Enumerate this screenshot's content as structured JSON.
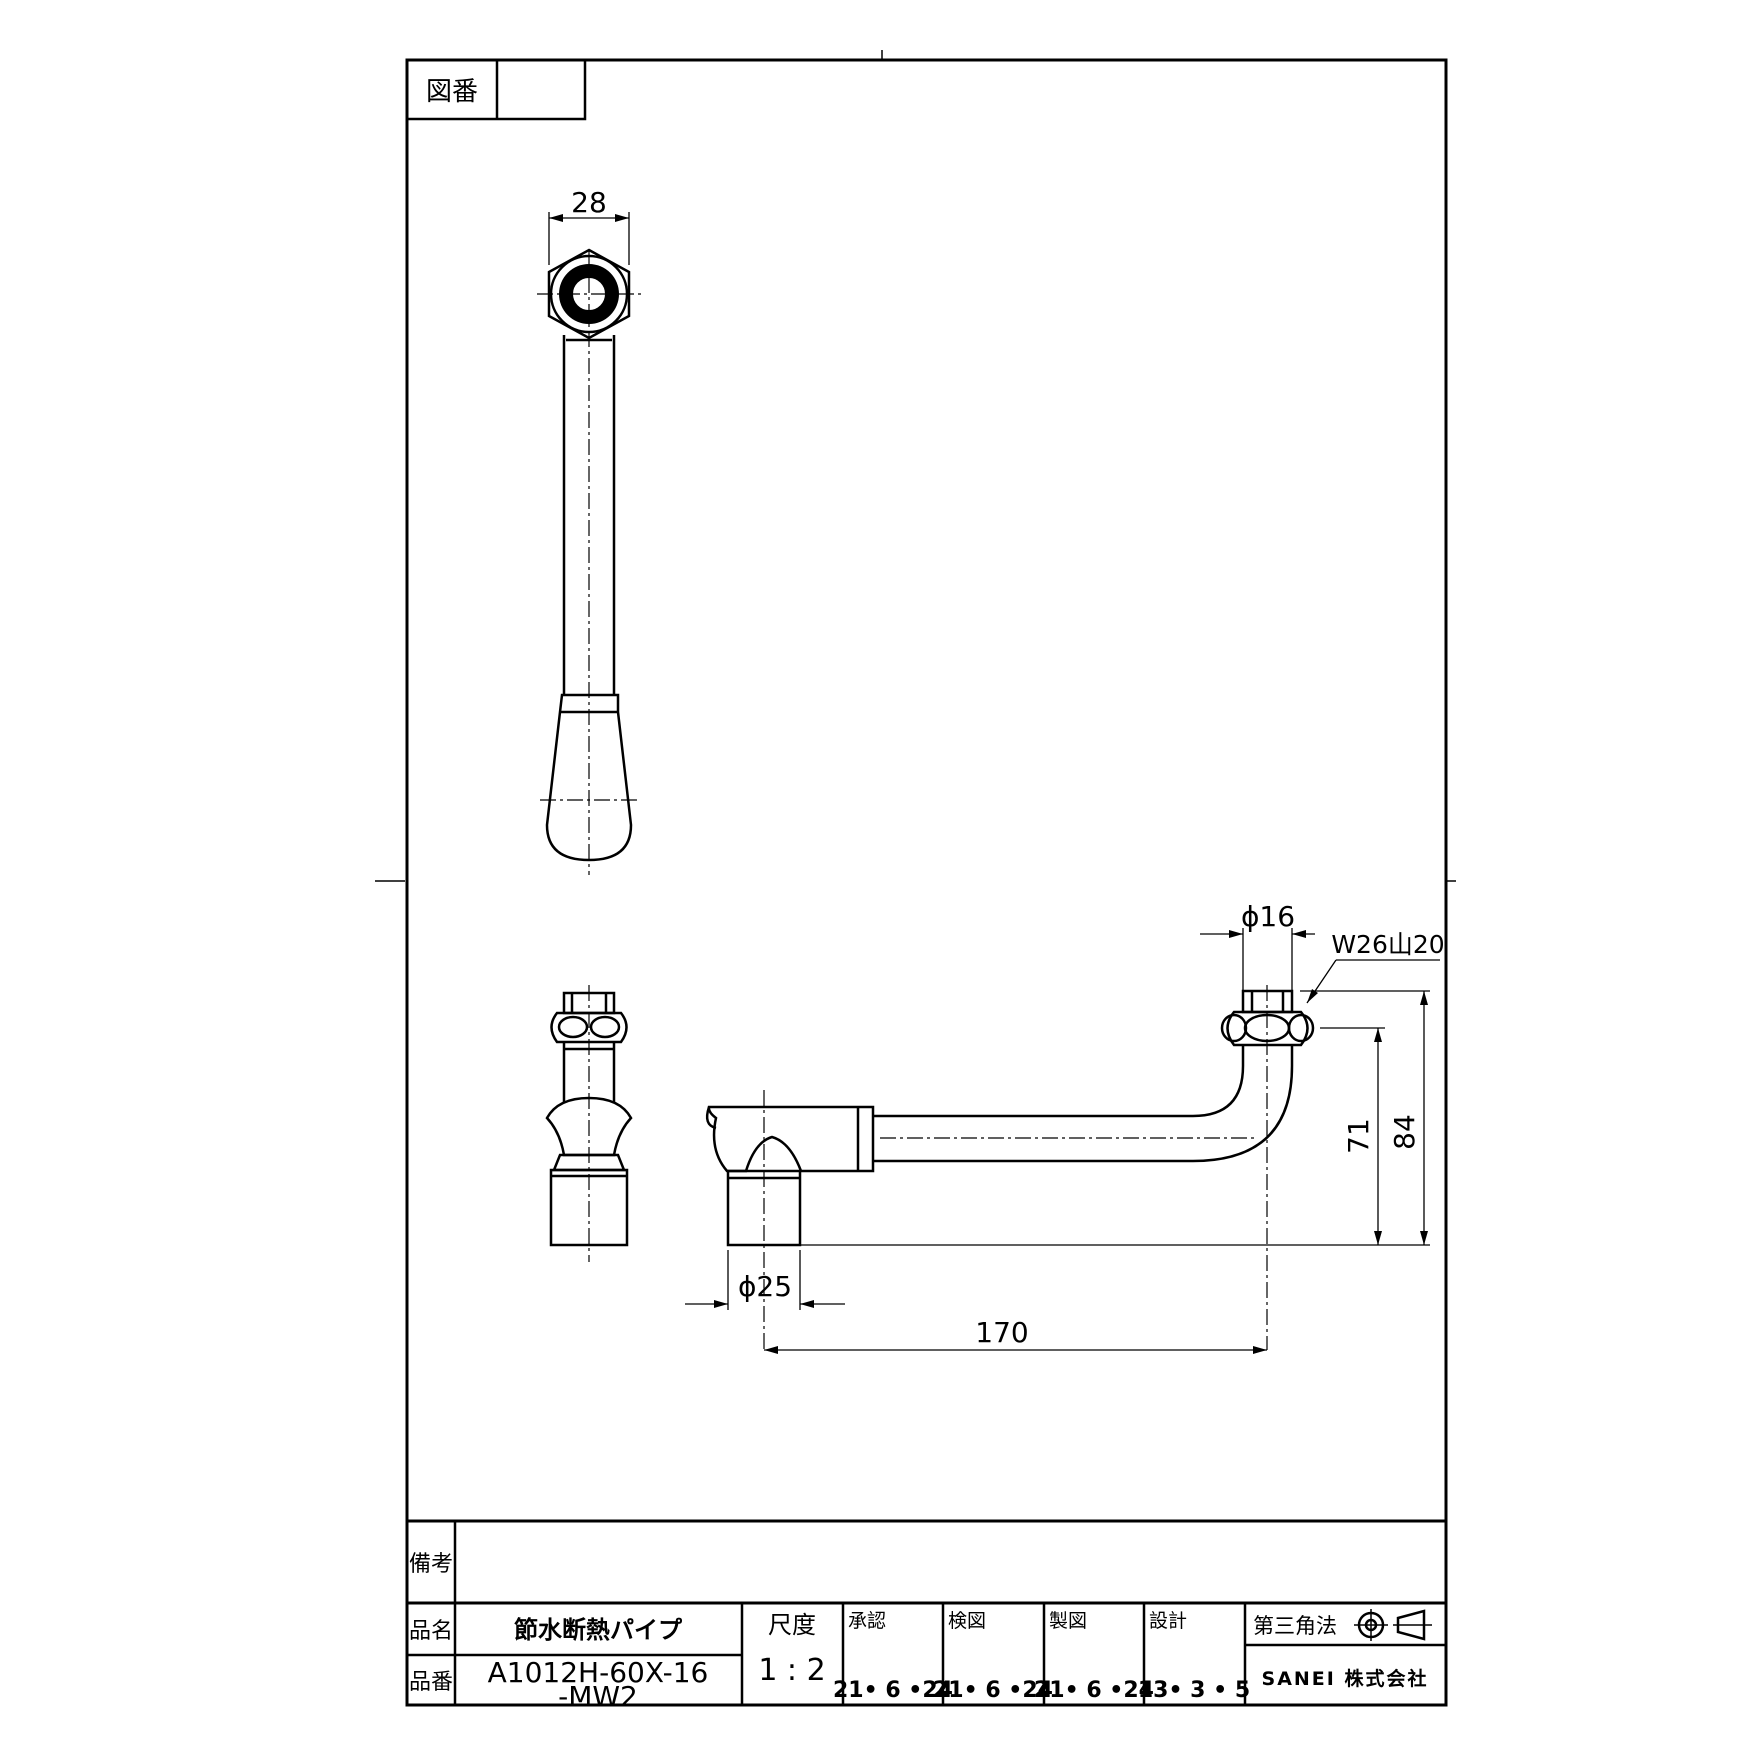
{
  "drawing_number_label": "図番",
  "drawing_number_value": "",
  "dimensions": {
    "width_top": "28",
    "pipe_diameter": "ϕ16",
    "thread": "W26山20",
    "height_71": "71",
    "height_84": "84",
    "base_diameter": "ϕ25",
    "length": "170"
  },
  "title_block": {
    "remarks_label": "備考",
    "remarks_value": "",
    "product_name_label": "品名",
    "product_name": "節水断熱パイプ",
    "product_number_label": "品番",
    "product_number_line1": "A1012H-60X-16",
    "product_number_line2": "-MW2",
    "scale_label": "尺度",
    "scale_value": "1 : 2",
    "approval_label": "承認",
    "approval_date": "21• 6 •24",
    "check_label": "検図",
    "check_date": "21• 6 •24",
    "drafting_label": "製図",
    "drafting_date": "21• 6 •24",
    "design_label": "設計",
    "design_date": "13• 3 • 5",
    "projection_label": "第三角法",
    "company": "SANEI 株式会社"
  },
  "icons": [
    "third-angle-projection-icon"
  ]
}
